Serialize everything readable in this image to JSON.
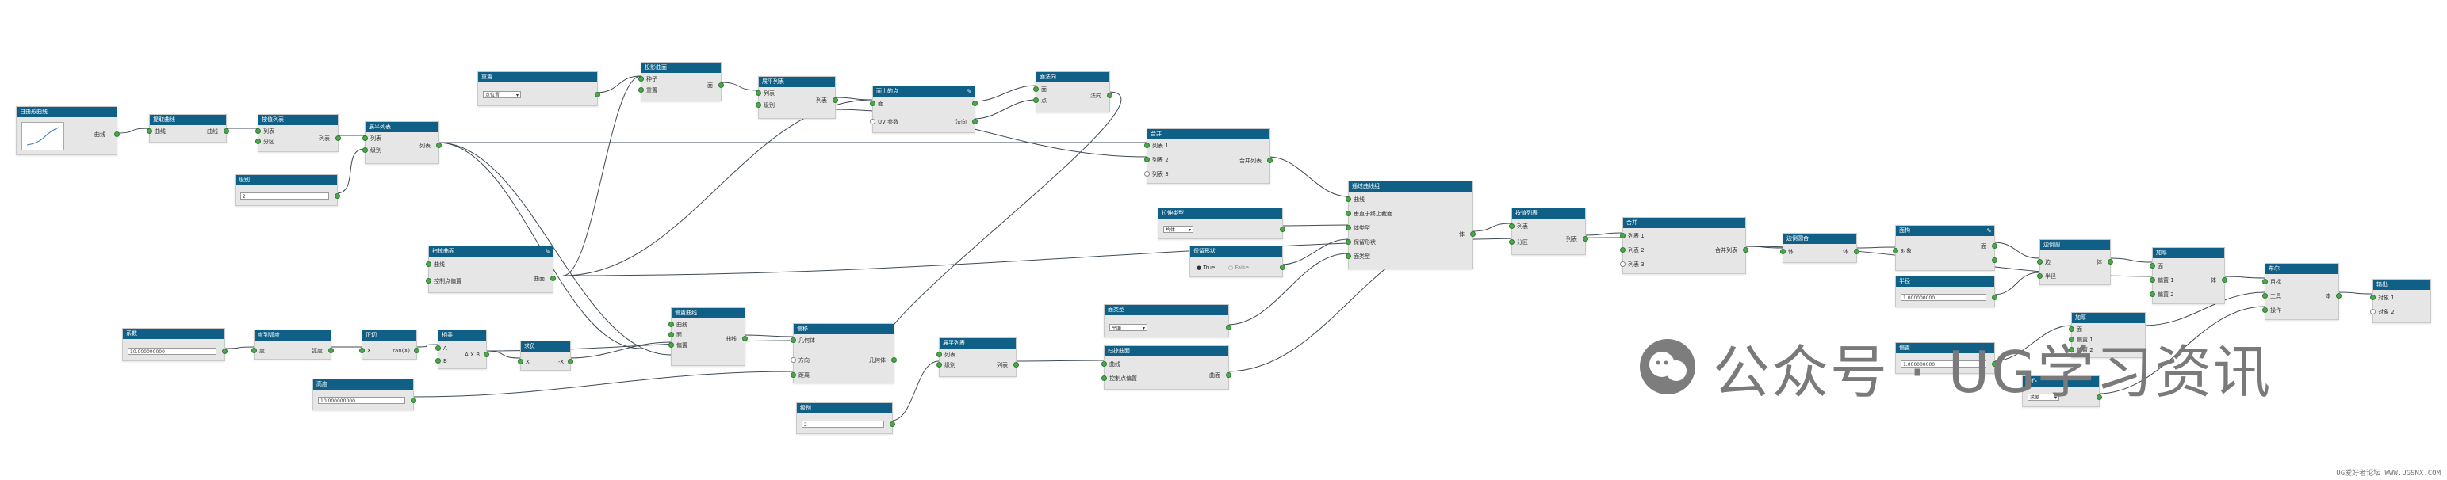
{
  "nodes": {
    "n1": {
      "title": "自由形曲线",
      "ports": {
        "p1": "曲线"
      }
    },
    "n2": {
      "title": "提取曲线",
      "ports": {
        "p1": "曲线",
        "p2": "曲线"
      }
    },
    "n3": {
      "title": "按值列表",
      "ports": {
        "p1": "列表",
        "p2": "分区",
        "p3": "列表"
      }
    },
    "n4": {
      "title": "展平列表",
      "ports": {
        "p1": "列表",
        "p2": "级别",
        "p3": "列表"
      }
    },
    "n5": {
      "title": "级别",
      "value": "2"
    },
    "n6": {
      "title": "重置",
      "value": "点位置"
    },
    "n7": {
      "title": "投影曲面",
      "ports": {
        "p1": "种子",
        "p2": "重置",
        "p3": "面"
      }
    },
    "n8": {
      "title": "展平列表",
      "ports": {
        "p1": "列表",
        "p2": "级别",
        "p3": "列表"
      }
    },
    "n9": {
      "title": "面上的点",
      "ports": {
        "p1": "面",
        "p2": "UV 参数",
        "p3": "法向"
      }
    },
    "n10": {
      "title": "面法向",
      "ports": {
        "p1": "面",
        "p2": "点",
        "p3": "法向"
      }
    },
    "n11": {
      "title": "扫掠曲面",
      "ports": {
        "p1": "曲线",
        "p2": "控制点偏置",
        "p3": "曲面"
      }
    },
    "n12": {
      "title": "偏置曲线",
      "ports": {
        "p1": "曲线",
        "p2": "面",
        "p3": "偏置",
        "p4": "曲线"
      }
    },
    "n13": {
      "title": "偏移",
      "ports": {
        "p1": "几何体",
        "p2": "方向",
        "p3": "距离",
        "p4": "几何体"
      }
    },
    "n14": {
      "title": "展平列表",
      "ports": {
        "p1": "列表",
        "p2": "级别",
        "p3": "列表"
      }
    },
    "n15": {
      "title": "级别",
      "value": "2"
    },
    "n16": {
      "title": "合并",
      "ports": {
        "p1": "列表 1",
        "p2": "列表 2",
        "p3": "列表 3",
        "p4": "合并列表"
      }
    },
    "n17": {
      "title": "拉伸类型",
      "value": "片体"
    },
    "n18": {
      "title": "保留形状",
      "opt1": "True",
      "opt2": "False"
    },
    "n19": {
      "title": "通过曲线组",
      "ports": {
        "p1": "曲线",
        "p2": "垂直于终止截面",
        "p3": "体类型",
        "p4": "保留形状",
        "p5": "面类型",
        "p6": "体"
      }
    },
    "n20": {
      "title": "按值列表",
      "ports": {
        "p1": "列表",
        "p2": "分区",
        "p3": "列表"
      }
    },
    "n21": {
      "title": "合并",
      "ports": {
        "p1": "列表 1",
        "p2": "列表 2",
        "p3": "列表 3",
        "p4": "合并列表"
      }
    },
    "n22": {
      "title": "边倒圆合",
      "ports": {
        "p1": "体",
        "p2": "体"
      }
    },
    "n23": {
      "title": "面类型",
      "value": "平面"
    },
    "n24": {
      "title": "扫掠曲面",
      "ports": {
        "p1": "曲线",
        "p2": "控制点偏置",
        "p3": "曲面"
      }
    },
    "n25": {
      "title": "面构",
      "ports": {
        "p1": "对象",
        "p2": "面"
      }
    },
    "n26": {
      "title": "半径",
      "value": "1.000000000"
    },
    "n27": {
      "title": "边倒圆",
      "ports": {
        "p1": "边",
        "p2": "半径",
        "p3": "体"
      }
    },
    "n28": {
      "title": "加厚",
      "ports": {
        "p1": "面",
        "p2": "偏置 1",
        "p3": "偏置 2",
        "p4": "体"
      }
    },
    "n29": {
      "title": "布尔",
      "ports": {
        "p1": "目标",
        "p2": "工具",
        "p3": "操作",
        "p4": "体"
      }
    },
    "n30": {
      "title": "输出",
      "ports": {
        "p1": "对象 1",
        "p2": "对象 2"
      }
    },
    "n31": {
      "title": "加厚",
      "ports": {
        "p1": "面",
        "p2": "偏置 1",
        "p3": "偏置 2"
      }
    },
    "n32": {
      "title": "偏置",
      "value": "1.000000000"
    },
    "n33": {
      "title": "操作",
      "value": "求差"
    },
    "n34": {
      "title": "系数",
      "value": "10.000000000"
    },
    "n35": {
      "title": "度到弧度",
      "ports": {
        "p1": "度",
        "p2": "弧度"
      }
    },
    "n36": {
      "title": "正切",
      "ports": {
        "p1": "X",
        "p2": "tan(X)"
      }
    },
    "n37": {
      "title": "相乘",
      "ports": {
        "p1": "A",
        "p2": "B",
        "p3": "A X B"
      }
    },
    "n38": {
      "title": "求负",
      "ports": {
        "p1": "X",
        "p2": "-X"
      }
    },
    "n39": {
      "title": "高度",
      "value": "10.000000000"
    }
  },
  "watermark": {
    "text": "公众号 · UG学习资讯"
  },
  "footer": {
    "text": "UG爱好者论坛 WWW.UGSNX.COM"
  }
}
